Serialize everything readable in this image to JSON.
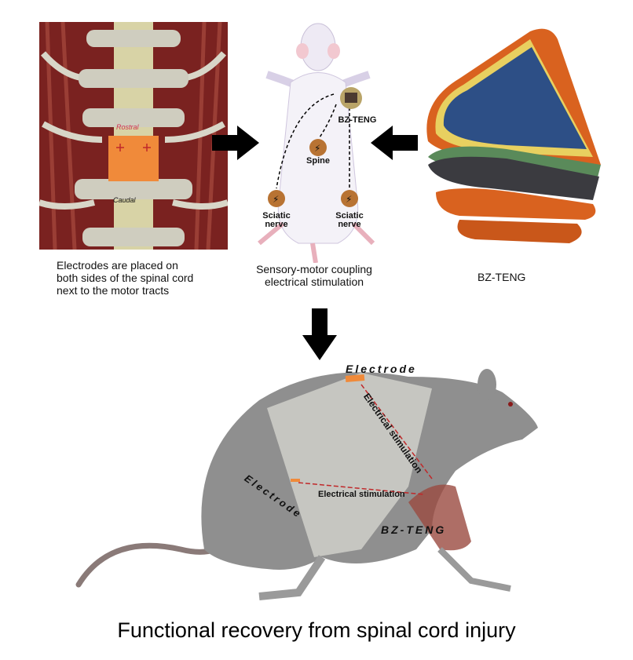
{
  "panel_spine": {
    "rostral_label": "Rostral",
    "caudal_label": "Caudal",
    "caption": [
      "Electrodes are placed on",
      "both sides of the spinal cord",
      "next to the motor tracts"
    ]
  },
  "panel_rat_top": {
    "teng_label": "BZ-TENG",
    "spine_label": "Spine",
    "sciatic_left": [
      "Sciatic",
      "nerve"
    ],
    "sciatic_right": [
      "Sciatic",
      "nerve"
    ],
    "caption": [
      "Sensory-motor coupling",
      "electrical stimulation"
    ]
  },
  "panel_teng": {
    "caption": "BZ-TENG"
  },
  "panel_rat_side": {
    "electrode_top": "Electrode",
    "stimulation_diag": "Electrical stimulation",
    "electrode_low": "Electrode",
    "stimulation_low": "Electrical stimulation",
    "teng_label": "BZ-TENG"
  },
  "title": "Functional recovery from spinal cord injury",
  "colors": {
    "muscle": "#8a2a22",
    "bone": "#d8d6c8",
    "electrode": "#f08a3a",
    "teng_orange": "#d9621f",
    "teng_blue": "#2d4f86",
    "rat": "#8f8f8f",
    "arrow": "#000000",
    "stim": "#c0282a"
  }
}
